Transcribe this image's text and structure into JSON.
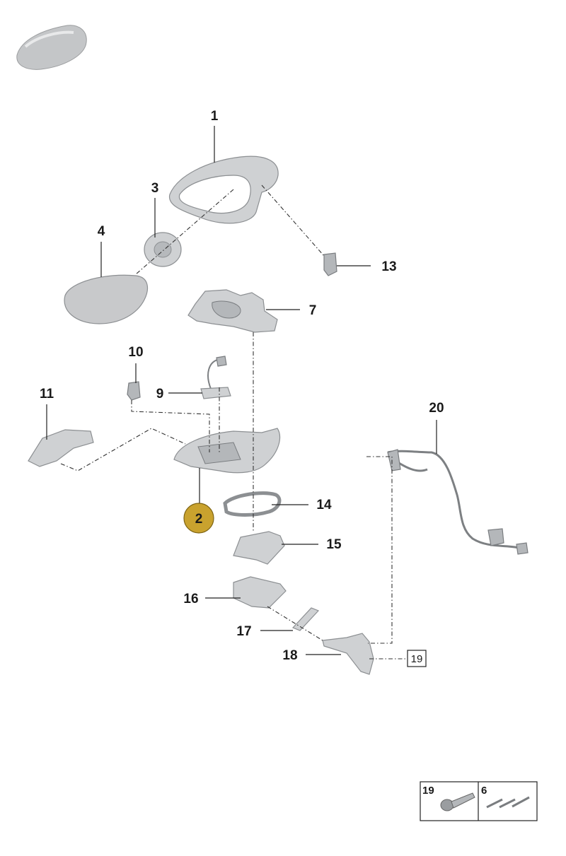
{
  "callouts": {
    "c1": "1",
    "c2": "2",
    "c3": "3",
    "c4": "4",
    "c7": "7",
    "c9": "9",
    "c10": "10",
    "c11": "11",
    "c13": "13",
    "c14": "14",
    "c15": "15",
    "c16": "16",
    "c17": "17",
    "c18": "18",
    "c19": "19",
    "c20": "20"
  },
  "legend": {
    "left_label": "19",
    "right_label": "6"
  },
  "colors": {
    "highlight_badge": "#c9a22e",
    "part_fill": "#cfd1d3",
    "part_stroke": "#8c8f92"
  }
}
